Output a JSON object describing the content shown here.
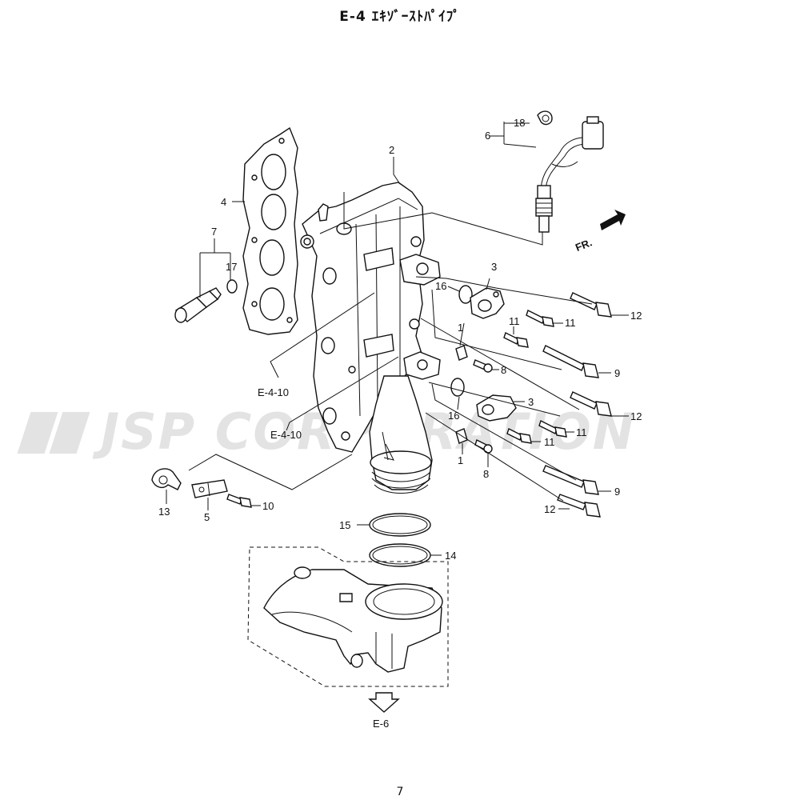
{
  "title": "E-4 ｴｷｿﾞｰｽﾄﾊﾟｲﾌﾟ",
  "page_number": "7",
  "watermark": "JSP CORPORATION",
  "front_marker": "FR.",
  "callouts": {
    "c1a": "1",
    "c1b": "1",
    "c2": "2",
    "c3a": "3",
    "c3b": "3",
    "c4": "4",
    "c5": "5",
    "c6": "6",
    "c7": "7",
    "c8a": "8",
    "c8b": "8",
    "c9a": "9",
    "c9b": "9",
    "c10": "10",
    "c11a": "11",
    "c11b": "11",
    "c11c": "11",
    "c11d": "11",
    "c12a": "12",
    "c12b": "12",
    "c12c": "12",
    "c13": "13",
    "c14": "14",
    "c15": "15",
    "c16a": "16",
    "c16b": "16",
    "c17": "17",
    "c18": "18"
  },
  "references": {
    "ref_a": "E-4-10",
    "ref_b": "E-4-10",
    "ref_c": "E-6"
  },
  "colors": {
    "line": "#111111",
    "watermark": "#e3e3e3"
  }
}
